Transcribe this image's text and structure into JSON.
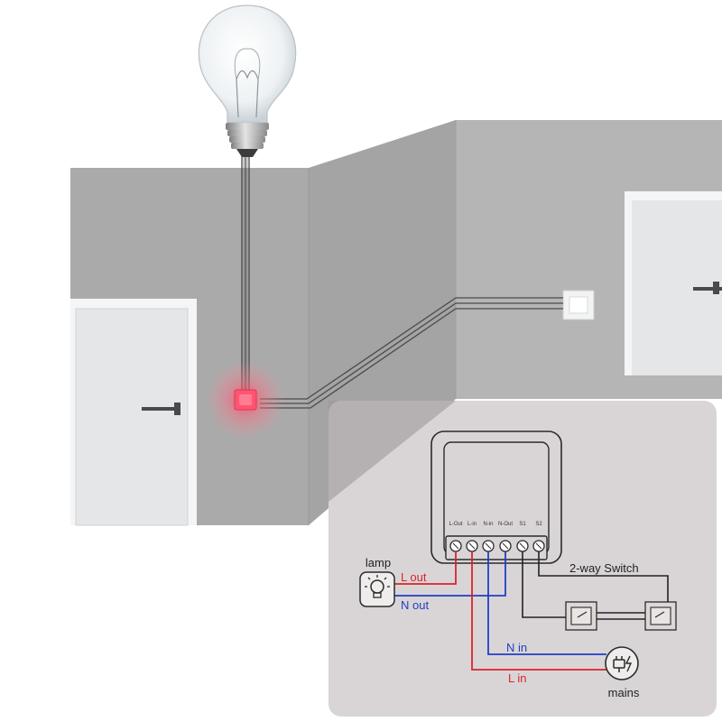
{
  "diagram": {
    "terminals": [
      "L-Out",
      "L-in",
      "N-in",
      "N-Out",
      "S1",
      "S2"
    ],
    "labels": {
      "lamp": "lamp",
      "l_out": "L out",
      "n_out": "N out",
      "two_way_switch": "2-way Switch",
      "n_in": "N in",
      "l_in": "L in",
      "mains": "mains"
    },
    "colors": {
      "live": "#d9242b",
      "neutral": "#1f3fc4",
      "switch": "#222222",
      "wall_dark": "#a8a8a8",
      "wall_mid": "#b5b5b5",
      "door": "#e6e7e9",
      "indicator": "#ff3b5c",
      "panel": "#d9d5d6"
    },
    "icons": [
      "light-bulb-icon",
      "lamp-icon",
      "plug-icon",
      "wall-switch-icon",
      "door-handle-icon",
      "smart-relay-device"
    ]
  }
}
